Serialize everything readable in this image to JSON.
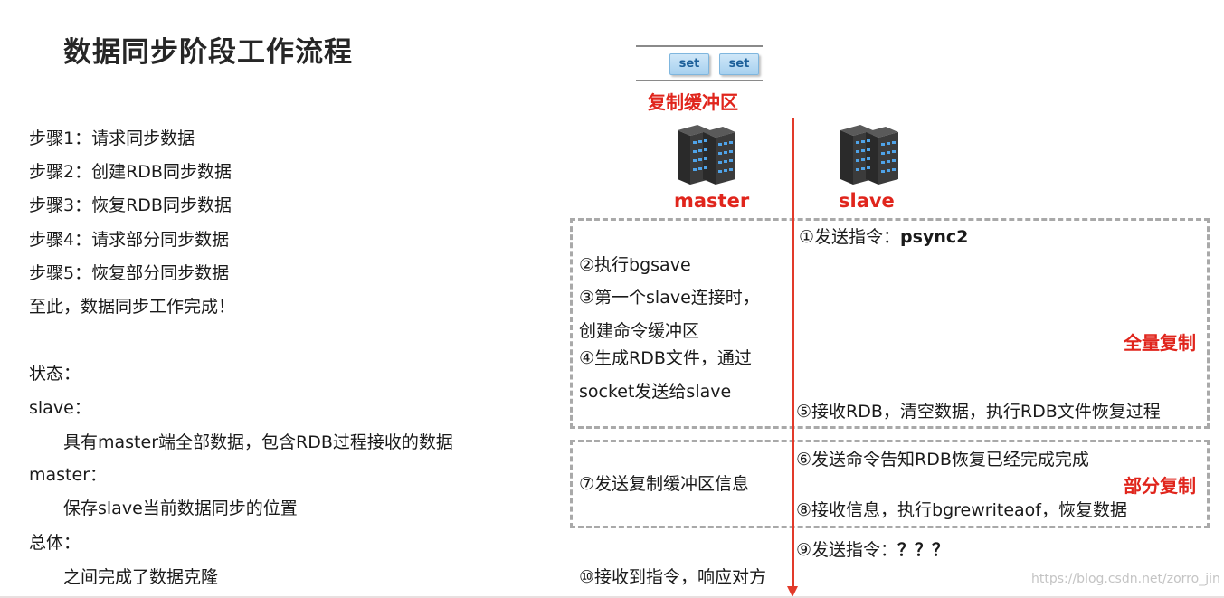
{
  "title": "数据同步阶段工作流程",
  "left": {
    "steps": [
      "步骤1：请求同步数据",
      "步骤2：创建RDB同步数据",
      "步骤3：恢复RDB同步数据",
      "步骤4：请求部分同步数据",
      "步骤5：恢复部分同步数据",
      "至此，数据同步工作完成！"
    ],
    "status_heading": "状态：",
    "slave_heading": "slave：",
    "slave_desc": "具有master端全部数据，包含RDB过程接收的数据",
    "master_heading": "master：",
    "master_desc": "保存slave当前数据同步的位置",
    "overall_heading": "总体：",
    "overall_desc": "之间完成了数据克隆"
  },
  "diagram": {
    "buffer": {
      "set_labels": [
        "set",
        "set"
      ],
      "label": "复制缓冲区"
    },
    "master_label": "master",
    "slave_label": "slave",
    "full_sync_label": "全量复制",
    "partial_sync_label": "部分复制",
    "step1": {
      "text": "①发送指令：",
      "cmd": "psync2"
    },
    "step2": "②执行bgsave",
    "step3a": "③第一个slave连接时，",
    "step3b": "创建命令缓冲区",
    "step4a": "④生成RDB文件，通过",
    "step4b": "socket发送给slave",
    "step5": "⑤接收RDB，清空数据，执行RDB文件恢复过程",
    "step6": "⑥发送命令告知RDB恢复已经完成完成",
    "step7": "⑦发送复制缓冲区信息",
    "step8": "⑧接收信息，执行bgrewriteaof，恢复数据",
    "step9": {
      "text": "⑨发送指令：",
      "cmd": "？？？"
    },
    "step10": "⑩接收到指令，响应对方"
  },
  "watermark": "https://blog.csdn.net/zorro_jin",
  "colors": {
    "accent": "#e0251c",
    "timeline": "#e23a2a",
    "dash": "#a9a9a9"
  }
}
